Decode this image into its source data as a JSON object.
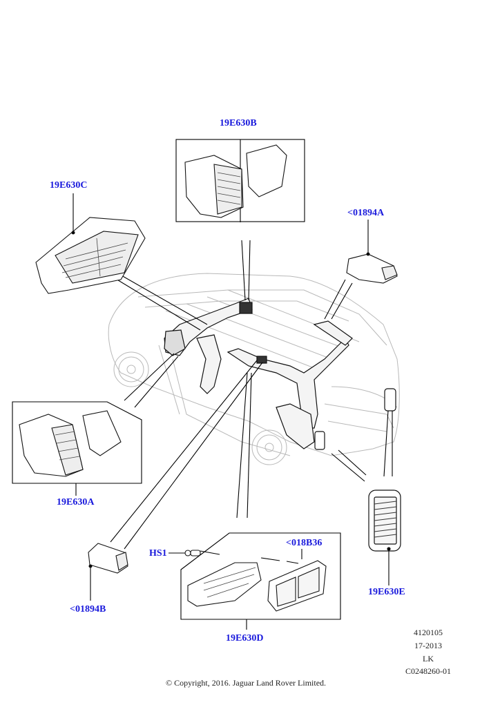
{
  "diagram": {
    "title": "Air vents / ducts exploded parts diagram",
    "label_color": "#1a1adc",
    "callouts": [
      {
        "id": "19E630B",
        "label": "19E630B"
      },
      {
        "id": "19E630C",
        "label": "19E630C"
      },
      {
        "id": "01894A",
        "label": "<01894A"
      },
      {
        "id": "19E630A",
        "label": "19E630A"
      },
      {
        "id": "HS1",
        "label": "HS1"
      },
      {
        "id": "018B36",
        "label": "<018B36"
      },
      {
        "id": "01894B",
        "label": "<01894B"
      },
      {
        "id": "19E630D",
        "label": "19E630D"
      },
      {
        "id": "19E630E",
        "label": "19E630E"
      }
    ],
    "illustration_ref": {
      "line1": "4120105",
      "line2": "17-2013",
      "line3": "LK",
      "line4": "C0248260-01"
    },
    "copyright": "© Copyright, 2016. Jaguar Land Rover Limited."
  }
}
